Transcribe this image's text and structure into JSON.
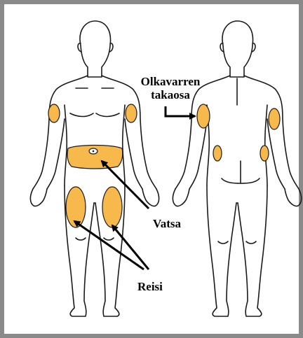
{
  "labels": {
    "upper_arm_line1": "Olkavarren",
    "upper_arm_line2": "takaosa",
    "abdomen": "Vatsa",
    "thigh": "Reisi"
  },
  "colors": {
    "frame": "#8a8a8a",
    "zone": "#f7b94c",
    "outline": "#1a1a1a"
  },
  "figures": [
    "front-view-body",
    "back-view-body"
  ]
}
